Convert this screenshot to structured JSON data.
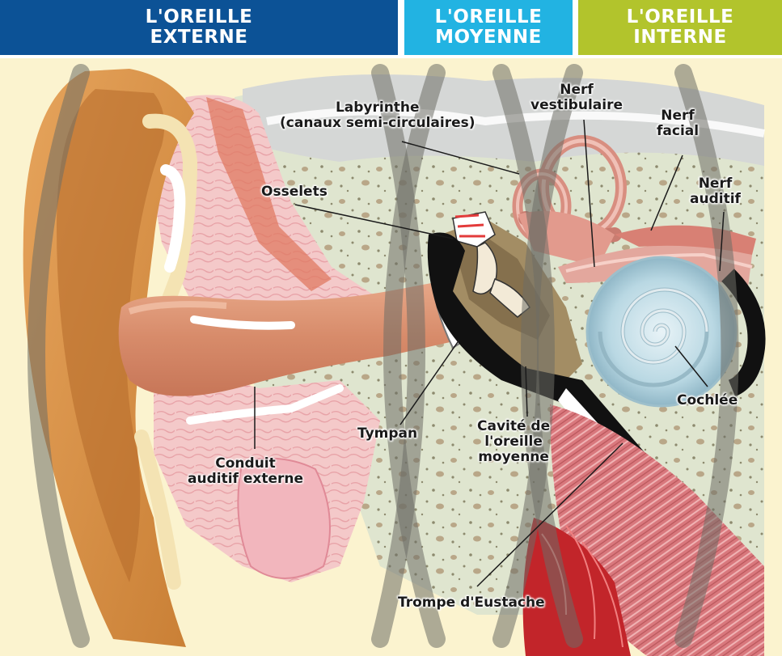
{
  "headers": {
    "externe": [
      "L'OREILLE",
      "EXTERNE"
    ],
    "moyenne": [
      "L'OREILLE",
      "MOYENNE"
    ],
    "interne": [
      "L'OREILLE",
      "INTERNE"
    ]
  },
  "colors": {
    "externe": "#0c5296",
    "moyenne": "#22b3e2",
    "interne": "#b2c42c",
    "background": "#fbf3cf"
  },
  "labels": {
    "labyrinthe": [
      "Labyrinthe",
      "(canaux semi-circulaires)"
    ],
    "nerf_vestibulaire": [
      "Nerf",
      "vestibulaire"
    ],
    "nerf_facial": [
      "Nerf",
      "facial"
    ],
    "nerf_auditif": [
      "Nerf",
      "auditif"
    ],
    "osselets": [
      "Osselets"
    ],
    "tympan": [
      "Tympan"
    ],
    "cavite": [
      "Cavité de",
      "l'oreille",
      "moyenne"
    ],
    "cochlee": [
      "Cochlée"
    ],
    "conduit": [
      "Conduit",
      "auditif externe"
    ],
    "trompe": [
      "Trompe d'Eustache"
    ]
  }
}
